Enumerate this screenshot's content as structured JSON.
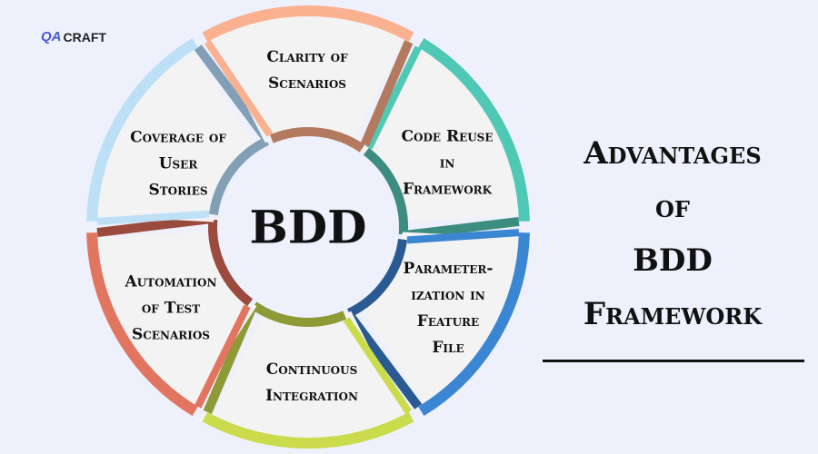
{
  "logo": {
    "brand_a": "QA",
    "brand_b": "CRAFT"
  },
  "center_label": "BDD",
  "title_lines": [
    "Advantages",
    "of",
    "BDD",
    "Framework"
  ],
  "segments": [
    {
      "label": "Code Reuse\nin\nFramework",
      "outer": "#4fc9b5",
      "inner": "#3d8c80"
    },
    {
      "label": "Parameter-\nization in\nFeature\nFile",
      "outer": "#3b86d3",
      "inner": "#295a92"
    },
    {
      "label": "Continuous\nIntegration",
      "outer": "#cadc4c",
      "inner": "#8e9a36"
    },
    {
      "label": "Automation\nof Test\nScenarios",
      "outer": "#e27560",
      "inner": "#9b4a3e"
    },
    {
      "label": "Coverage of\nUser\nStories",
      "outer": "#bde0f7",
      "inner": "#829fb6"
    },
    {
      "label": "Clarity of\nScenarios",
      "outer": "#f9b190",
      "inner": "#b37a5f"
    }
  ]
}
